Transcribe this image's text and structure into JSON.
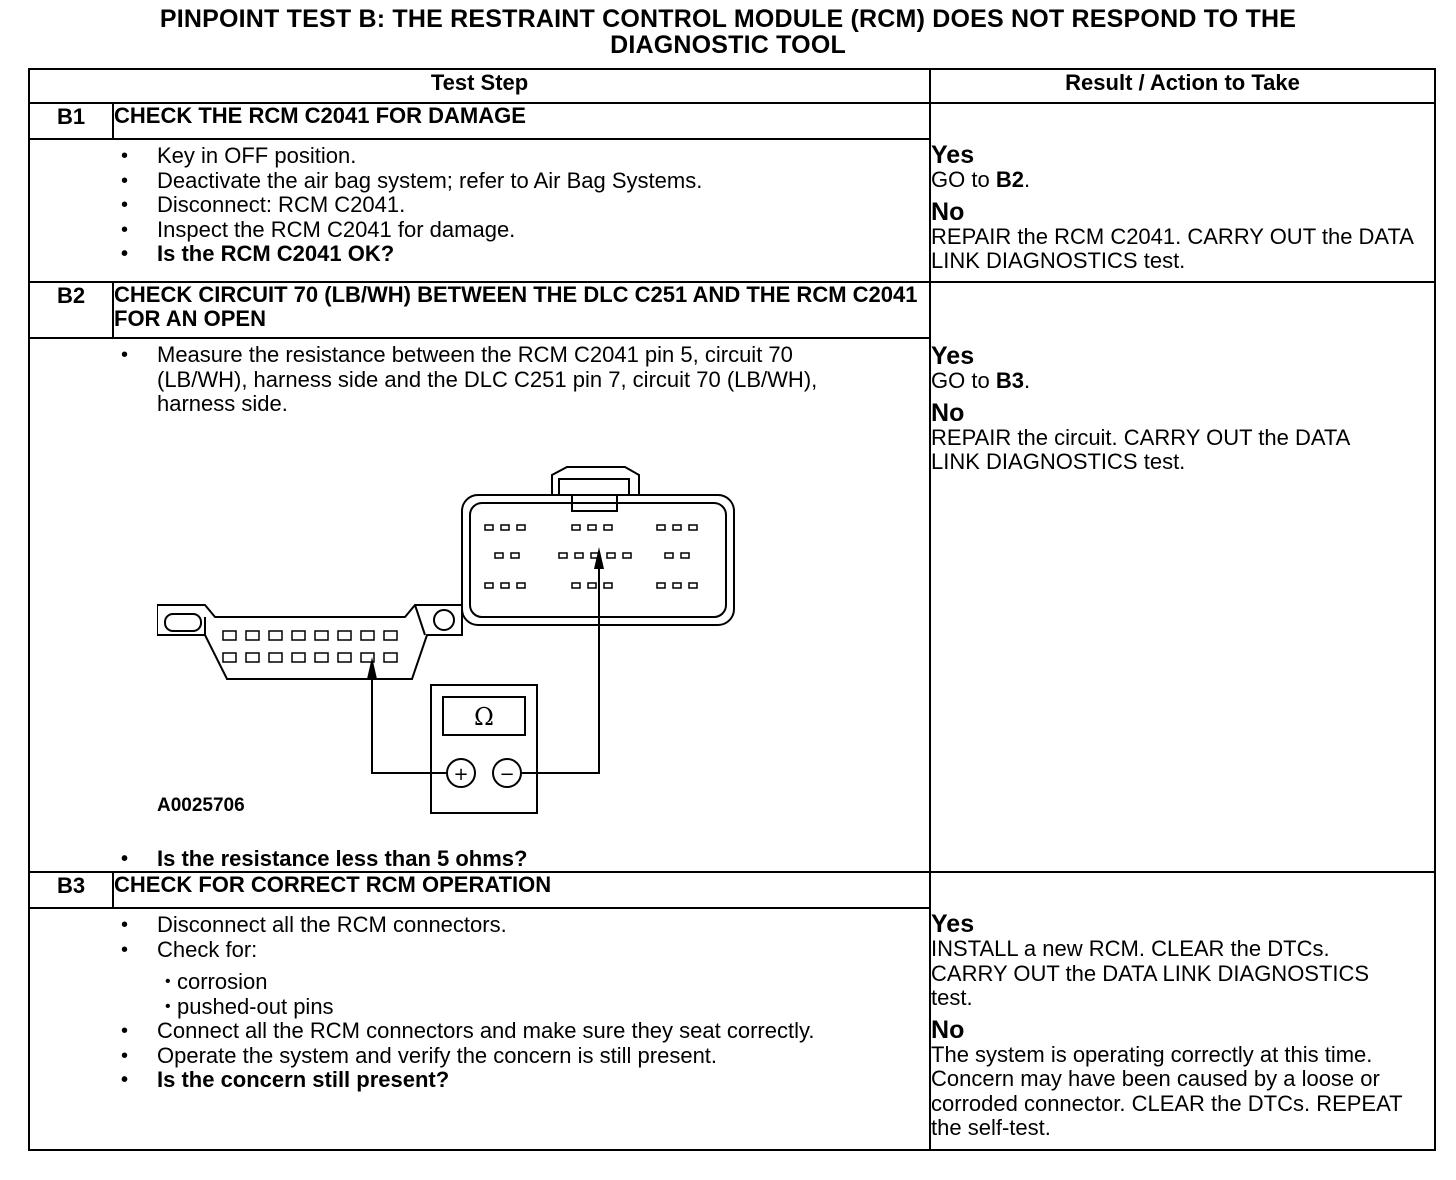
{
  "title": {
    "line1": "PINPOINT TEST  B: THE RESTRAINT CONTROL MODULE (RCM) DOES NOT RESPOND TO THE",
    "line2": "DIAGNOSTIC TOOL"
  },
  "headers": {
    "test_step": "Test Step",
    "result": "Result / Action to Take"
  },
  "steps": [
    {
      "id": "B1",
      "title": "CHECK THE RCM C2041 FOR DAMAGE",
      "bullets": [
        "Key in OFF position.",
        "Deactivate the air bag system; refer to Air Bag Systems.",
        "Disconnect: RCM C2041.",
        "Inspect the RCM C2041 for damage."
      ],
      "question": "Is the RCM C2041 OK?",
      "yes_label": "Yes",
      "yes_text": "GO to",
      "yes_ref": "B2",
      "no_label": "No",
      "no_text": "REPAIR the RCM C2041. CARRY OUT the DATA LINK DIAGNOSTICS test."
    },
    {
      "id": "B2",
      "title": "CHECK CIRCUIT 70 (LB/WH) BETWEEN THE DLC C251 AND THE RCM C2041 FOR AN OPEN",
      "bullets": [
        "Measure the resistance between the RCM C2041 pin 5, circuit 70 (LB/WH), harness side and the DLC C251 pin 7, circuit 70 (LB/WH), harness side."
      ],
      "figure_label": "A0025706",
      "meter_symbol": "Ω",
      "plus_symbol": "+",
      "minus_symbol": "−",
      "question": "Is the resistance less than 5 ohms?",
      "yes_label": "Yes",
      "yes_text": "GO to",
      "yes_ref": "B3",
      "no_label": "No",
      "no_text": "REPAIR the circuit. CARRY OUT the DATA LINK DIAGNOSTICS test."
    },
    {
      "id": "B3",
      "title": "CHECK FOR CORRECT RCM OPERATION",
      "bullets_a": [
        "Disconnect all the RCM connectors.",
        "Check for:"
      ],
      "sub_bullets": [
        "corrosion",
        "pushed-out pins"
      ],
      "bullets_b": [
        "Connect all the RCM connectors and make sure they seat correctly.",
        "Operate the system and verify the concern is still present."
      ],
      "question": "Is the concern still present?",
      "yes_label": "Yes",
      "yes_text": "INSTALL a new RCM. CLEAR the DTCs. CARRY OUT the DATA LINK DIAGNOSTICS test.",
      "no_label": "No",
      "no_text": "The system is operating correctly at this time. Concern may have been caused by a loose or corroded connector. CLEAR the DTCs. REPEAT the self-test."
    }
  ]
}
